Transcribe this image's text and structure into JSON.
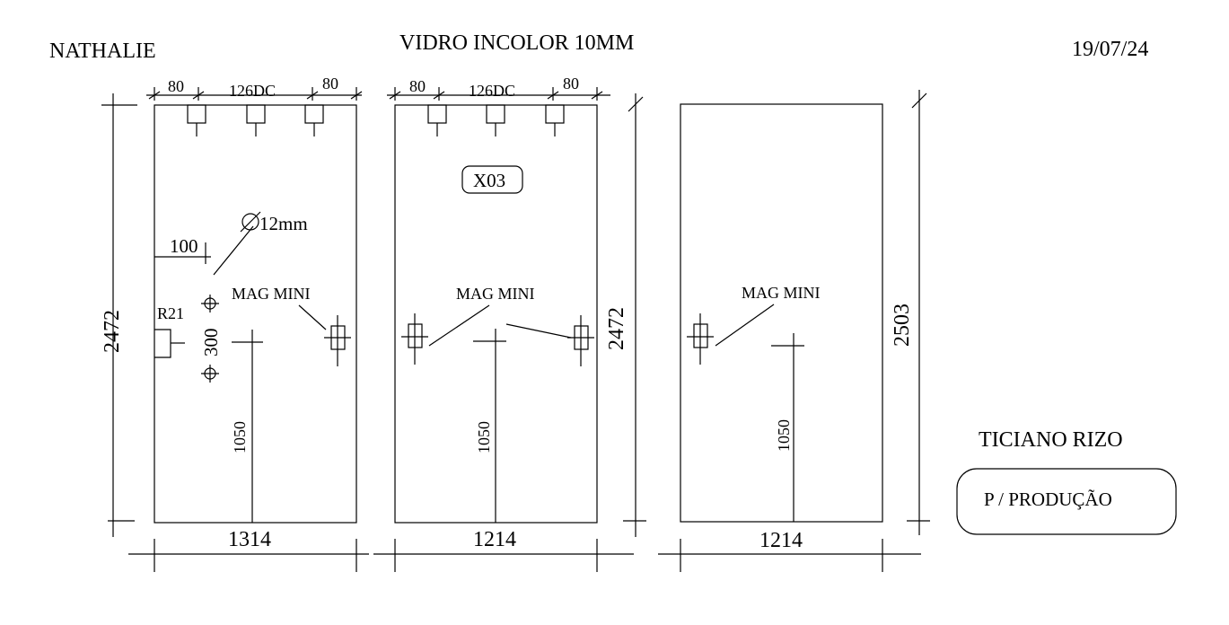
{
  "header": {
    "client": "NATHALIE",
    "material": "VIDRO INCOLOR 10MM",
    "date": "19/07/24"
  },
  "footer": {
    "person": "TICIANO RIZO",
    "stamp": "P / PRODUÇÃO"
  },
  "panels": [
    {
      "width_label": "1314",
      "height_label": "2472",
      "top_dims": [
        "80",
        "126DC",
        "80"
      ],
      "hole_label": "12mm",
      "hole_offset": "100",
      "radius_label": "R21",
      "spacing_label": "300",
      "hardware_label": "MAG MINI",
      "handle_height": "1050"
    },
    {
      "width_label": "1214",
      "height_label": "2472",
      "top_dims": [
        "80",
        "126DC",
        "80"
      ],
      "code": "X03",
      "hardware_label": "MAG MINI",
      "handle_height": "1050"
    },
    {
      "width_label": "1214",
      "height_label": "2503",
      "hardware_label": "MAG MINI",
      "handle_height": "1050"
    }
  ]
}
